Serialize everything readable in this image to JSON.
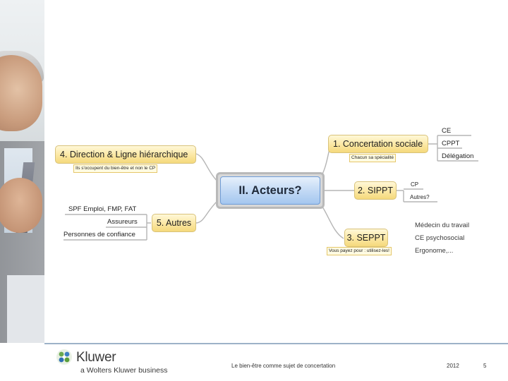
{
  "slide": {
    "center_topic": "II. Acteurs?",
    "topics": {
      "concertation": "1. Concertation sociale",
      "sippt": "2. SIPPT",
      "seppt": "3. SEPPT",
      "direction": "4. Direction & Ligne hiérarchique",
      "autres": "5. Autres"
    },
    "notes": {
      "concertation": "Chacun sa spécialité",
      "seppt": "Vous payez pour : utilisez-les!",
      "direction": "Ils s'occupent du bien-être et non le CP"
    },
    "leaves": {
      "concertation": [
        "CE",
        "CPPT",
        "Délégation"
      ],
      "sippt": [
        "CP",
        "Autres?"
      ],
      "seppt": [
        "Médecin du travail",
        "CE psychosocial",
        "Ergonome,..."
      ],
      "autres": [
        "SPF Emploi, FMP, FAT",
        "Assureurs",
        "Personnes de confiance"
      ]
    }
  },
  "footer": {
    "brand": "Kluwer",
    "tagline": "a Wolters Kluwer business",
    "subject": "Le bien-être comme sujet de concertation",
    "year": "2012",
    "page_number": "5"
  },
  "colors": {
    "topic_fill": "#f7dc86",
    "center_fill": "#a4c6ef",
    "branch_line": "#b5b5b5",
    "footer_rule": "#9db2c8",
    "logo_green": "#5a9e3a",
    "logo_blue": "#2f6fb4"
  }
}
